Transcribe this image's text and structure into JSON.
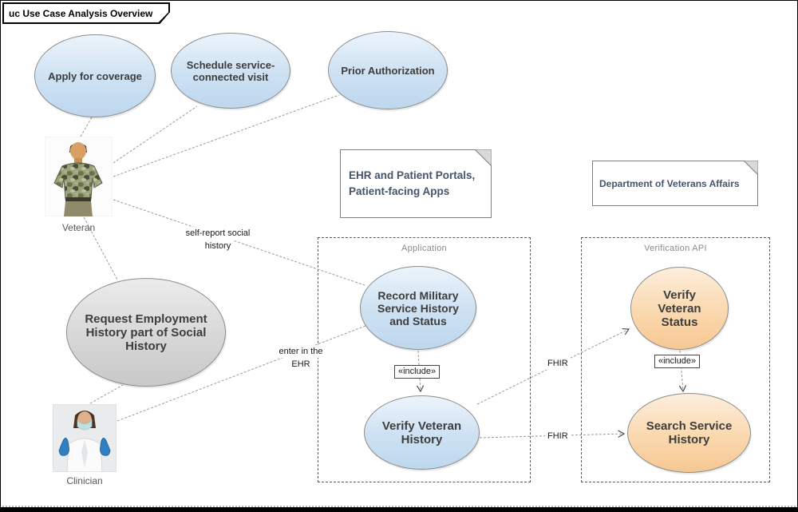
{
  "frame": {
    "title": "uc Use Case Analysis Overview"
  },
  "use_cases": {
    "apply_for_coverage": {
      "label": "Apply for coverage"
    },
    "schedule_visit": {
      "label": "Schedule service-connected visit"
    },
    "prior_authorization": {
      "label": "Prior Authorization"
    },
    "request_employment": {
      "label": "Request Employment History part of Social History"
    },
    "record_military": {
      "label": "Record Military Service History and Status"
    },
    "verify_veteran_history": {
      "label": "Verify Veteran History"
    },
    "verify_veteran_status": {
      "label": "Verify Veteran Status"
    },
    "search_service_history": {
      "label": "Search Service History"
    }
  },
  "actors": {
    "veteran": {
      "label": "Veteran"
    },
    "clinician": {
      "label": "Clinician"
    }
  },
  "notes": {
    "ehr": {
      "text": "EHR and Patient Portals, Patient-facing Apps"
    },
    "va": {
      "text": "Department of Veterans Affairs"
    }
  },
  "boundaries": {
    "application": {
      "label": "Application"
    },
    "verification_api": {
      "label": "Verification API"
    }
  },
  "edge_labels": {
    "self_report_line1": "self-report social",
    "self_report_line2": "history",
    "enter_ehr_line1": "enter in the",
    "enter_ehr_line2": "EHR",
    "fhir_top": "FHIR",
    "fhir_bottom": "FHIR",
    "include_app": "«include»",
    "include_api": "«include»"
  },
  "colors": {
    "blue_fill": "#bdd7ee",
    "orange_fill": "#f8cbad",
    "gray_fill": "#d0cece",
    "note_text": "#44546a",
    "connector": "#9b9b9b"
  }
}
